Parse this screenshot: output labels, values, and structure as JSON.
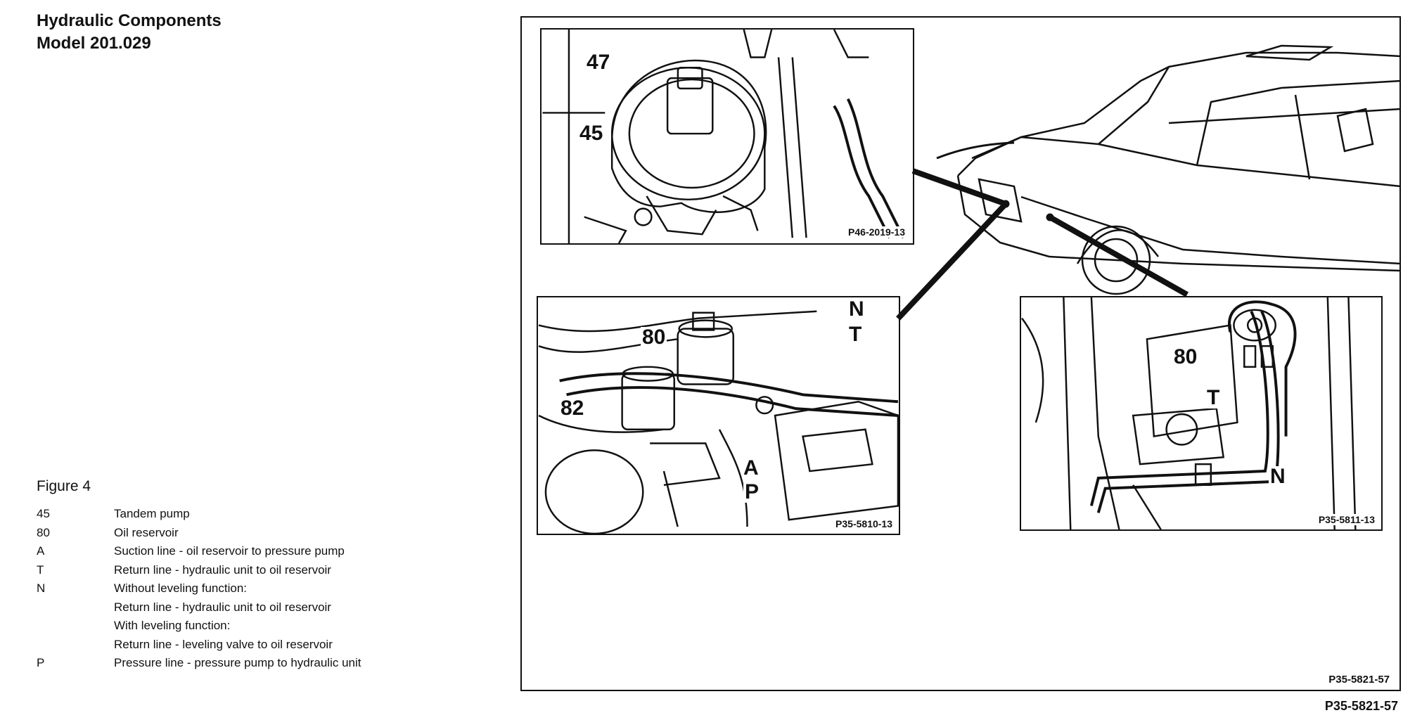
{
  "header": {
    "title_line1": "Hydraulic Components",
    "title_line2": "Model 201.029"
  },
  "figure": {
    "caption": "Figure 4",
    "legend": [
      {
        "key": "45",
        "text": "Tandem pump"
      },
      {
        "key": "80",
        "text": "Oil reservoir"
      },
      {
        "key": "A",
        "text": "Suction line - oil reservoir to pressure pump"
      },
      {
        "key": "T",
        "text": "Return line - hydraulic unit to oil reservoir"
      },
      {
        "key": "N",
        "text": "Without leveling function:"
      },
      {
        "key": "",
        "text": "Return line - hydraulic unit to oil reservoir"
      },
      {
        "key": "",
        "text": "With leveling function:"
      },
      {
        "key": "",
        "text": "Return line - leveling valve to oil reservoir"
      },
      {
        "key": "P",
        "text": "Pressure line - pressure pump to hydraulic unit"
      }
    ]
  },
  "panels": {
    "top_left": {
      "ref": "P46-2019-13",
      "callouts": {
        "c47": "47",
        "c45": "45"
      }
    },
    "bottom_left": {
      "ref": "P35-5810-13",
      "callouts": {
        "c80": "80",
        "c82": "82",
        "cN": "N",
        "cT": "T",
        "cA": "A",
        "cP": "P"
      }
    },
    "bottom_right": {
      "ref": "P35-5811-13",
      "callouts": {
        "c80": "80",
        "cT": "T",
        "cN": "N"
      }
    }
  },
  "frame_ref": "P35-5821-57",
  "page_ref": "P35-5821-57"
}
